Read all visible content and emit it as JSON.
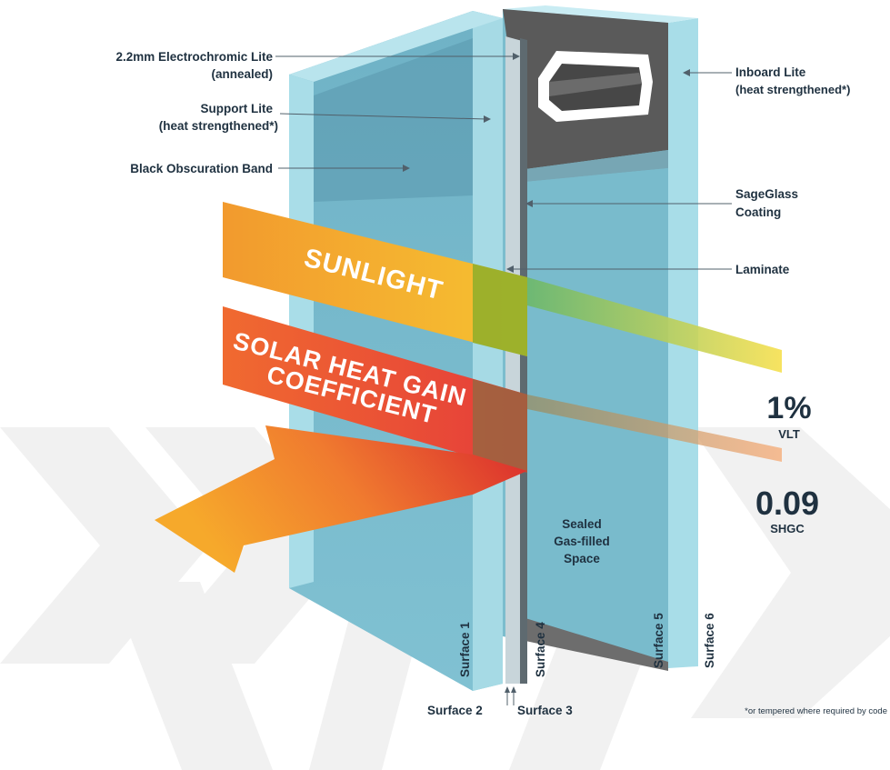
{
  "labels": {
    "electrochromic_lite": [
      "2.2mm Electrochromic Lite",
      "(annealed)"
    ],
    "support_lite": [
      "Support Lite",
      "(heat strengthened*)"
    ],
    "black_band": "Black Obscuration Band",
    "inboard_lite": [
      "Inboard Lite",
      "(heat strengthened*)"
    ],
    "sageglass_coating": [
      "SageGlass",
      "Coating"
    ],
    "laminate": "Laminate",
    "gas_space": [
      "Sealed",
      "Gas-filled",
      "Space"
    ]
  },
  "beams": {
    "sunlight": "SUNLIGHT",
    "shgc": [
      "SOLAR HEAT GAIN",
      "COEFFICIENT"
    ]
  },
  "metrics": {
    "vlt_value": "1%",
    "vlt_label": "VLT",
    "shgc_value": "0.09",
    "shgc_label": "SHGC"
  },
  "surfaces": [
    "Surface 1",
    "Surface 2",
    "Surface 3",
    "Surface 4",
    "Surface 5",
    "Surface 6"
  ],
  "footnote": "*or tempered where required by code",
  "colors": {
    "glass_face": "#7dbfd0",
    "glass_edge": "#a8dde8",
    "spacer": "#555555",
    "sunlight_start": "#f2b134",
    "sunlight_end": "#f0832f",
    "shgc_start": "#f0712f",
    "shgc_end": "#e43b3a",
    "text": "#1f3140"
  }
}
